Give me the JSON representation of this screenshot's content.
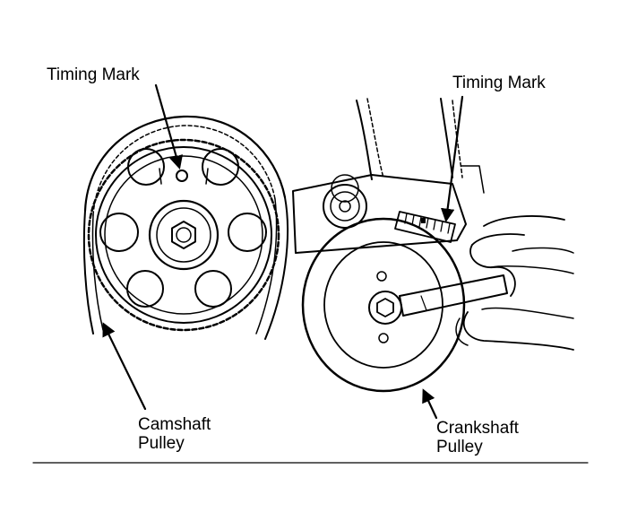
{
  "labels": {
    "timing_mark_left": "Timing Mark",
    "timing_mark_right": "Timing Mark",
    "camshaft_line1": "Camshaft",
    "camshaft_line2": "Pulley",
    "crankshaft_line1": "Crankshaft",
    "crankshaft_line2": "Pulley"
  },
  "colors": {
    "ink": "#000000",
    "paper": "#ffffff"
  }
}
